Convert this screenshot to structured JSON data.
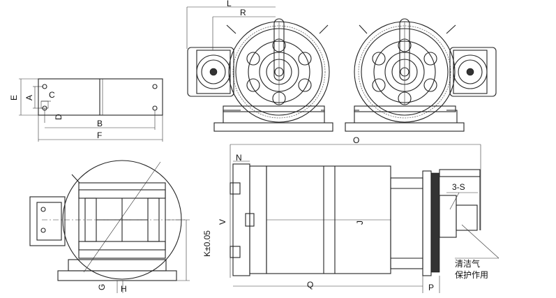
{
  "labels": {
    "L": "L",
    "R": "R",
    "E": "E",
    "A": "A",
    "C": "C",
    "D": "D",
    "B": "B",
    "F": "F",
    "O": "O",
    "N": "N",
    "V": "V",
    "J": "J",
    "Q": "Q",
    "P": "P",
    "G": "G",
    "H": "H",
    "K": "K±0.05",
    "S3": "3-S",
    "note_line1": "清洁气",
    "note_line2": "保护作用"
  }
}
